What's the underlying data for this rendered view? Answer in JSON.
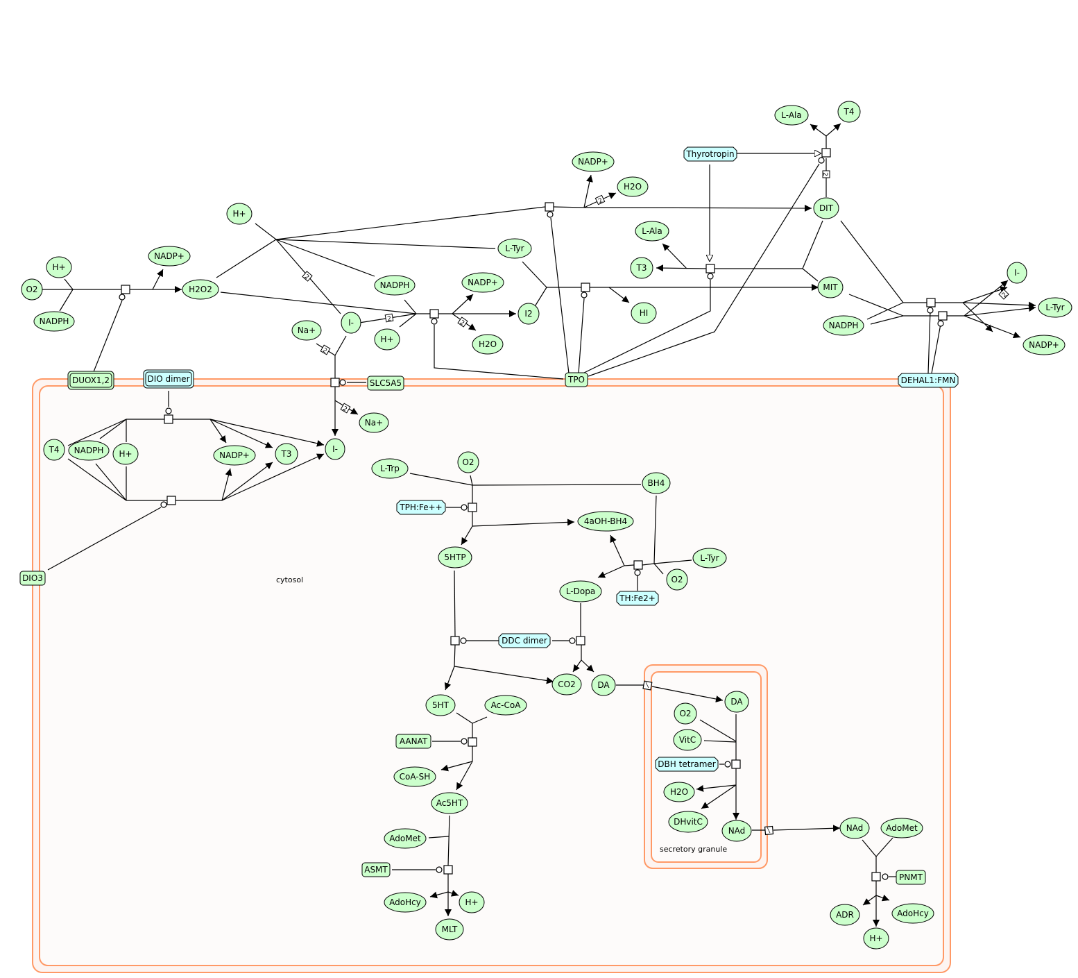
{
  "diagram": {
    "title": "Thyroxine and catecholamine / melatonin biosynthesis pathway",
    "colors": {
      "simple_chemical_fill": "#ccffcc",
      "macromolecule_fill": "#ccffcc",
      "complex_fill": "#ccffff",
      "compartment_stroke": "#ff9966",
      "compartment_fill": "#fdfbfa",
      "line": "#000000"
    },
    "compartments": [
      {
        "id": "cytosol",
        "label": "cytosol"
      },
      {
        "id": "granule",
        "label": "secretory granule"
      }
    ],
    "stoichiometry_label": "2",
    "nodes": [
      {
        "id": "o2_a",
        "label": "O2",
        "type": "chem"
      },
      {
        "id": "hplus_a",
        "label": "H+",
        "type": "chem"
      },
      {
        "id": "nadph_a",
        "label": "NADPH",
        "type": "chem"
      },
      {
        "id": "nadpp_a",
        "label": "NADP+",
        "type": "chem"
      },
      {
        "id": "h2o2",
        "label": "H2O2",
        "type": "chem"
      },
      {
        "id": "hplus_b",
        "label": "H+",
        "type": "chem"
      },
      {
        "id": "ltyr_a",
        "label": "L-Tyr",
        "type": "chem"
      },
      {
        "id": "nadph_b",
        "label": "NADPH",
        "type": "chem"
      },
      {
        "id": "nadpp_b",
        "label": "NADP+",
        "type": "chem"
      },
      {
        "id": "iminus_a",
        "label": "I-",
        "type": "chem"
      },
      {
        "id": "hplus_c",
        "label": "H+",
        "type": "chem"
      },
      {
        "id": "nap_a",
        "label": "Na+",
        "type": "chem"
      },
      {
        "id": "i2",
        "label": "I2",
        "type": "chem"
      },
      {
        "id": "h2o_a",
        "label": "H2O",
        "type": "chem"
      },
      {
        "id": "nadpp_c",
        "label": "NADP+",
        "type": "chem"
      },
      {
        "id": "h2o_b",
        "label": "H2O",
        "type": "chem"
      },
      {
        "id": "hi",
        "label": "HI",
        "type": "chem"
      },
      {
        "id": "lala_a",
        "label": "L-Ala",
        "type": "chem"
      },
      {
        "id": "t3_a",
        "label": "T3",
        "type": "chem"
      },
      {
        "id": "lala_b",
        "label": "L-Ala",
        "type": "chem"
      },
      {
        "id": "t4_a",
        "label": "T4",
        "type": "chem"
      },
      {
        "id": "dit",
        "label": "DIT",
        "type": "chem"
      },
      {
        "id": "mit",
        "label": "MIT",
        "type": "chem"
      },
      {
        "id": "nadph_c",
        "label": "NADPH",
        "type": "chem"
      },
      {
        "id": "iminus_b",
        "label": "I-",
        "type": "chem"
      },
      {
        "id": "ltyr_b",
        "label": "L-Tyr",
        "type": "chem"
      },
      {
        "id": "nadpp_d",
        "label": "NADP+",
        "type": "chem"
      },
      {
        "id": "thyrotropin",
        "label": "Thyrotropin",
        "type": "complex"
      },
      {
        "id": "duox",
        "label": "DUOX1,2",
        "type": "macro_multimer"
      },
      {
        "id": "dio_dimer",
        "label": "DIO dimer",
        "type": "complex_multimer"
      },
      {
        "id": "slc5a5",
        "label": "SLC5A5",
        "type": "macro"
      },
      {
        "id": "tpo",
        "label": "TPO",
        "type": "macro"
      },
      {
        "id": "dehal1",
        "label": "DEHAL1:FMN",
        "type": "complex"
      },
      {
        "id": "nap_b",
        "label": "Na+",
        "type": "chem"
      },
      {
        "id": "t4_b",
        "label": "T4",
        "type": "chem"
      },
      {
        "id": "nadph_d",
        "label": "NADPH",
        "type": "chem"
      },
      {
        "id": "hplus_d",
        "label": "H+",
        "type": "chem"
      },
      {
        "id": "nadpp_e",
        "label": "NADP+",
        "type": "chem"
      },
      {
        "id": "t3_b",
        "label": "T3",
        "type": "chem"
      },
      {
        "id": "iminus_c",
        "label": "I-",
        "type": "chem"
      },
      {
        "id": "dio3",
        "label": "DIO3",
        "type": "macro"
      },
      {
        "id": "ltrp",
        "label": "L-Trp",
        "type": "chem"
      },
      {
        "id": "o2_b",
        "label": "O2",
        "type": "chem"
      },
      {
        "id": "bh4",
        "label": "BH4",
        "type": "chem"
      },
      {
        "id": "tph",
        "label": "TPH:Fe++",
        "type": "complex"
      },
      {
        "id": "oh_bh4",
        "label": "4aOH-BH4",
        "type": "chem"
      },
      {
        "id": "htp5",
        "label": "5HTP",
        "type": "chem"
      },
      {
        "id": "ltyr_c",
        "label": "L-Tyr",
        "type": "chem"
      },
      {
        "id": "o2_c",
        "label": "O2",
        "type": "chem"
      },
      {
        "id": "ldopa",
        "label": "L-Dopa",
        "type": "chem"
      },
      {
        "id": "th",
        "label": "TH:Fe2+",
        "type": "complex"
      },
      {
        "id": "ddc",
        "label": "DDC dimer",
        "type": "complex"
      },
      {
        "id": "co2",
        "label": "CO2",
        "type": "chem"
      },
      {
        "id": "da_a",
        "label": "DA",
        "type": "chem"
      },
      {
        "id": "ht5",
        "label": "5HT",
        "type": "chem"
      },
      {
        "id": "accoa",
        "label": "Ac-CoA",
        "type": "chem"
      },
      {
        "id": "aanat",
        "label": "AANAT",
        "type": "macro"
      },
      {
        "id": "coash",
        "label": "CoA-SH",
        "type": "chem"
      },
      {
        "id": "ac5ht",
        "label": "Ac5HT",
        "type": "chem"
      },
      {
        "id": "adomet_a",
        "label": "AdoMet",
        "type": "chem"
      },
      {
        "id": "asmt",
        "label": "ASMT",
        "type": "macro"
      },
      {
        "id": "adohcy_a",
        "label": "AdoHcy",
        "type": "chem"
      },
      {
        "id": "hplus_e",
        "label": "H+",
        "type": "chem"
      },
      {
        "id": "mlt",
        "label": "MLT",
        "type": "chem"
      },
      {
        "id": "da_b",
        "label": "DA",
        "type": "chem"
      },
      {
        "id": "o2_d",
        "label": "O2",
        "type": "chem"
      },
      {
        "id": "vitc",
        "label": "VitC",
        "type": "chem"
      },
      {
        "id": "dbh",
        "label": "DBH tetramer",
        "type": "complex"
      },
      {
        "id": "h2o_c",
        "label": "H2O",
        "type": "chem"
      },
      {
        "id": "dhvitc",
        "label": "DHvitC",
        "type": "chem"
      },
      {
        "id": "nad_a",
        "label": "NAd",
        "type": "chem"
      },
      {
        "id": "nad_b",
        "label": "NAd",
        "type": "chem"
      },
      {
        "id": "adomet_b",
        "label": "AdoMet",
        "type": "chem"
      },
      {
        "id": "pnmt",
        "label": "PNMT",
        "type": "macro"
      },
      {
        "id": "adr",
        "label": "ADR",
        "type": "chem"
      },
      {
        "id": "adohcy_b",
        "label": "AdoHcy",
        "type": "chem"
      },
      {
        "id": "hplus_f",
        "label": "H+",
        "type": "chem"
      }
    ]
  }
}
